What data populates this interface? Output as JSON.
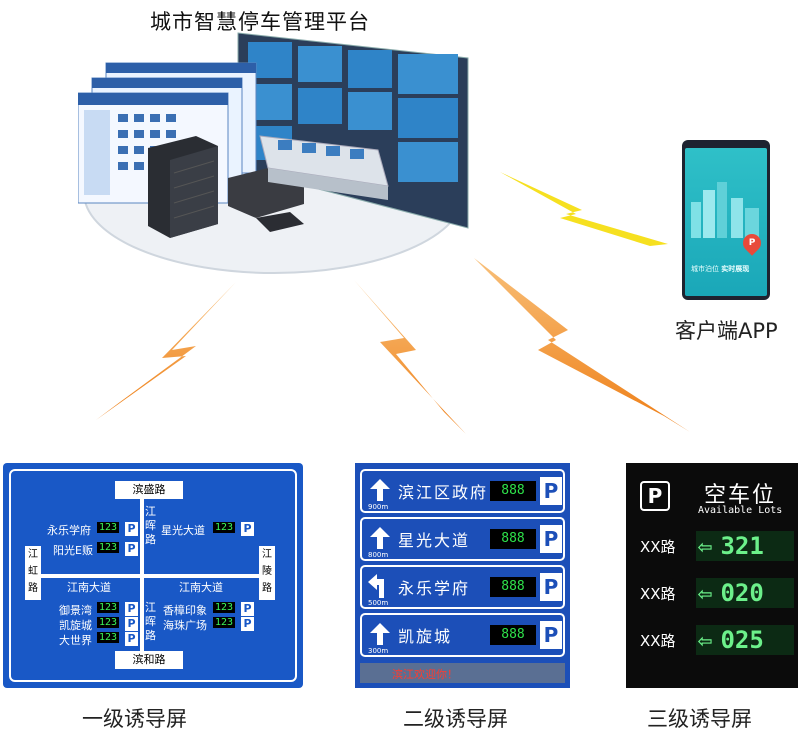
{
  "title": "城市智慧停车管理平台",
  "app": {
    "caption": "客户端APP",
    "screen_caption": "城市泊位",
    "screen_highlight": "实时展现",
    "badge": "P"
  },
  "captions": {
    "level1": "一级诱导屏",
    "level2": "二级诱导屏",
    "level3": "三级诱导屏"
  },
  "panel1": {
    "roads": {
      "top": "滨盛路",
      "bottom": "滨和路",
      "left_v": "江\n虹\n路",
      "right_v": "江\n陵\n路",
      "center_v_top": "江\n晖\n路",
      "center_v_bottom": "江\n晖\n路",
      "left_h": "江南大道",
      "right_h": "江南大道"
    },
    "lots": [
      {
        "name": "永乐学府",
        "count": "123",
        "p": "P"
      },
      {
        "name": "阳光E贩",
        "count": "123",
        "p": "P"
      },
      {
        "name": "星光大道",
        "count": "123",
        "p": "P"
      },
      {
        "name": "御景湾",
        "count": "123",
        "p": "P"
      },
      {
        "name": "凯旋城",
        "count": "123",
        "p": "P"
      },
      {
        "name": "大世界",
        "count": "123",
        "p": "P"
      },
      {
        "name": "香樟印象",
        "count": "123",
        "p": "P"
      },
      {
        "name": "海珠广场",
        "count": "123",
        "p": "P"
      }
    ]
  },
  "panel2": {
    "rows": [
      {
        "label": "滨江区政府",
        "number": "888",
        "p": "P",
        "distance": "900m",
        "arrow": "up"
      },
      {
        "label": "星光大道",
        "number": "888",
        "p": "P",
        "distance": "800m",
        "arrow": "up"
      },
      {
        "label": "永乐学府",
        "number": "888",
        "p": "P",
        "distance": "500m",
        "arrow": "left-turn"
      },
      {
        "label": "凯旋城",
        "number": "888",
        "p": "P",
        "distance": "300m",
        "arrow": "up"
      }
    ],
    "ticker": "滨江欢迎你！"
  },
  "panel3": {
    "p": "P",
    "title": "空车位",
    "subtitle": "Available Lots",
    "rows": [
      {
        "label": "XX路",
        "value": "321"
      },
      {
        "label": "XX路",
        "value": "020"
      },
      {
        "label": "XX路",
        "value": "025"
      }
    ]
  },
  "colors": {
    "blue_panel": "#1958c6",
    "bolt": "#f39c2c",
    "bolt_yellow": "#f6e020",
    "led_green": "#3cf55a"
  }
}
